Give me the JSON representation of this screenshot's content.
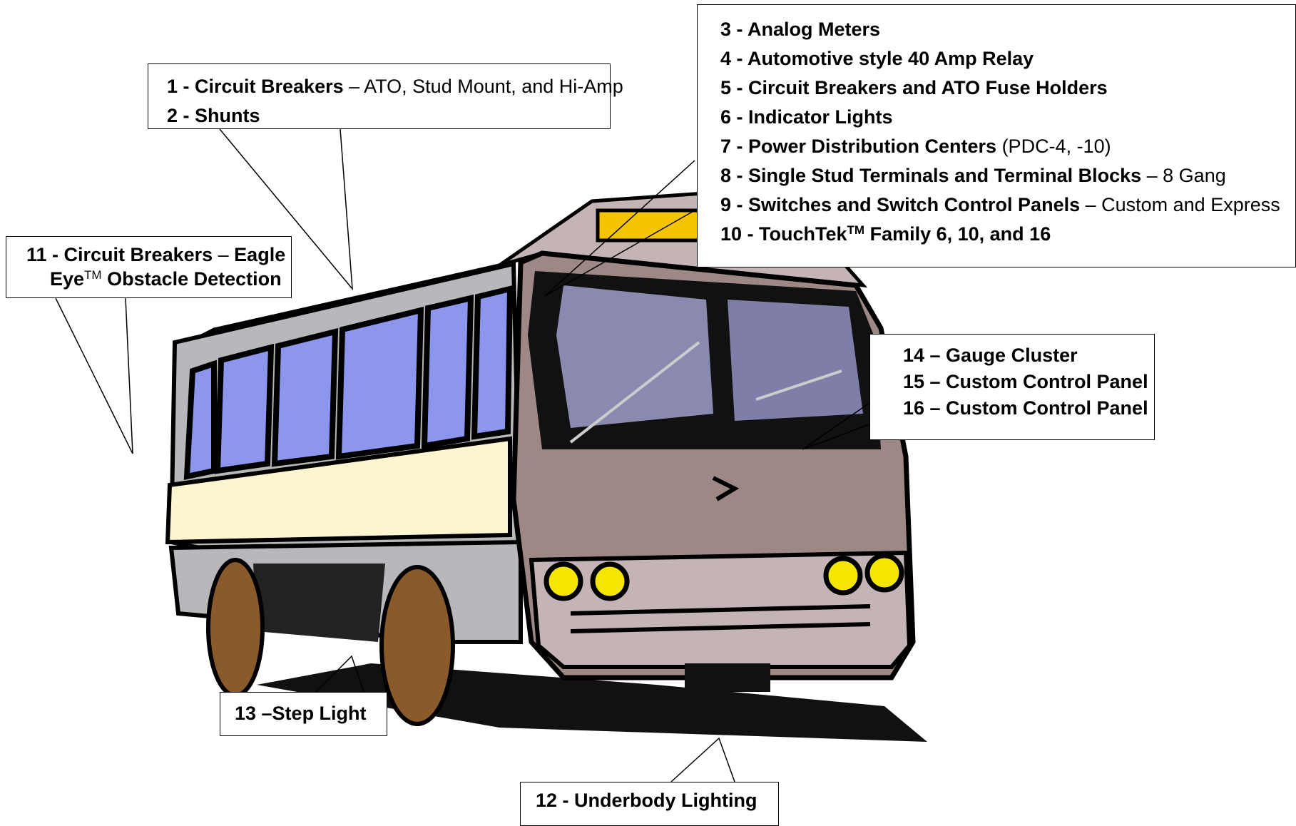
{
  "callouts": {
    "c1": [
      {
        "bold": "1 - Circuit Breakers",
        "normal": " – ATO, Stud Mount, and Hi-Amp"
      },
      {
        "bold": "2 - Shunts",
        "normal": ""
      }
    ],
    "c2": [
      {
        "bold": "3 - Analog Meters",
        "normal": ""
      },
      {
        "bold": "4 - Automotive style 40 Amp Relay",
        "normal": ""
      },
      {
        "bold": "5 - Circuit Breakers and ATO Fuse Holders",
        "normal": ""
      },
      {
        "bold": "6 - Indicator Lights",
        "normal": ""
      },
      {
        "bold": "7 - Power Distribution Centers",
        "normal": " (PDC-4, -10)"
      },
      {
        "bold": "8 - Single Stud Terminals and Terminal Blocks",
        "normal": " – 8 Gang"
      },
      {
        "bold": "9 - Switches and Switch Control Panels",
        "normal": " – Custom and Express"
      },
      {
        "bold": "10 - TouchTek",
        "sup": "TM",
        "bold2": " Family 6, 10, and 16"
      }
    ],
    "c3": [
      {
        "bold": "11 - Circuit Breakers",
        "normal": " – ",
        "bold2": "Eagle"
      },
      {
        "bold": "Eye",
        "sup": "TM",
        "bold2": " Obstacle Detection"
      }
    ],
    "c4": [
      {
        "bold": "14 – Gauge Cluster"
      },
      {
        "bold": "15 – Custom Control Panel"
      },
      {
        "bold": "16 – Custom Control Panel"
      }
    ],
    "c5": [
      {
        "bold": "13 –Step Light"
      }
    ],
    "c6": [
      {
        "bold": "12 - Underbody Lighting"
      }
    ]
  },
  "colors": {
    "window_blue": "#8c96ec",
    "stripe_cream": "#fdf5cf",
    "body_brown": "#9e8886",
    "body_pink": "#c4b4b6",
    "body_gray": "#b8b8bc",
    "sign_yellow": "#f5c400",
    "headlight_yellow": "#f5e600",
    "wheel_brown": "#8a5a2a"
  }
}
